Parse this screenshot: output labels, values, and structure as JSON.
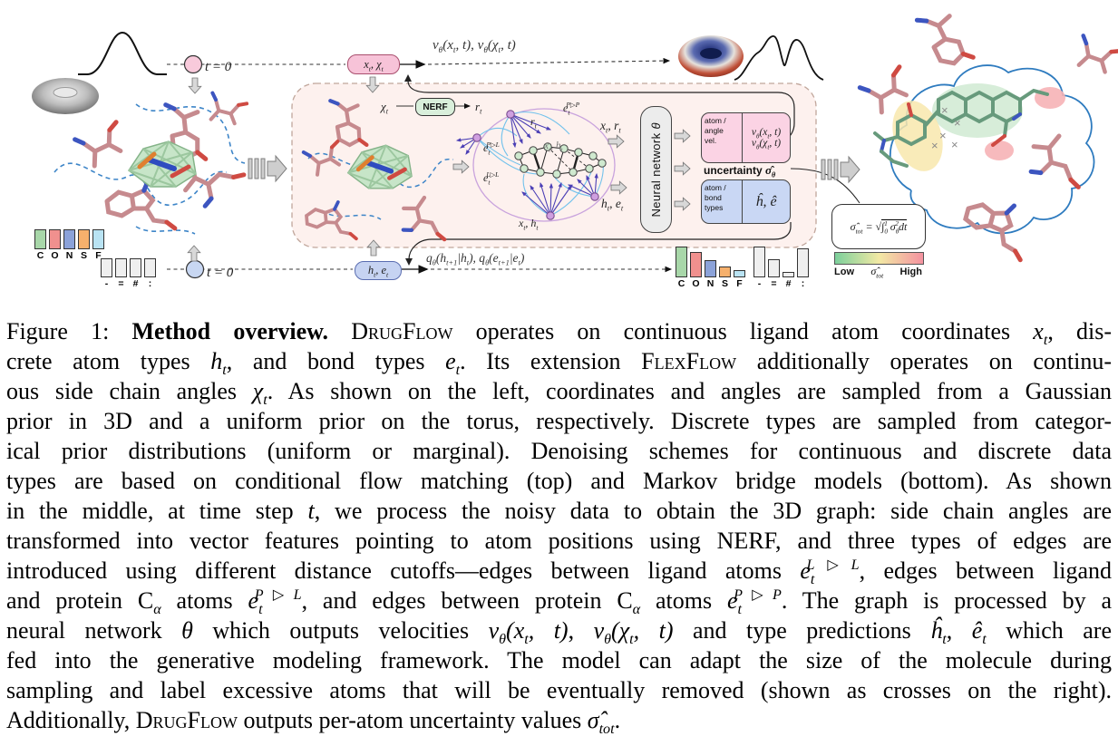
{
  "figure": {
    "cross": "×",
    "flow": {
      "t0_top": "t = 0",
      "t0_bottom": "t = 0",
      "state_top": "x~t~, χ~t~",
      "state_bottom": "h~t~, e~t~",
      "v_formula": "v~θ~(x~t~, t), v~θ~(χ~t~, t)",
      "q_formula": "q~θ~(h~t+1~|h~t~), q~θ~(e~t+1~|e~t~)",
      "chi": "χ~t~",
      "nerf": "NERF",
      "r": "r~t~"
    },
    "graph": {
      "r": "r~t~",
      "e_pp": "e~t~^P▷P^",
      "e_pl": "e~t~^P▷L^",
      "e_ll": "e~t~^L▷L^",
      "x_h_top": "x~t~, h~t~",
      "x_h_bottom": "x~t~, h~t~",
      "x_r": "x~t~, r~t~",
      "h_e": "h~t~, e~t~"
    },
    "network": {
      "label": "Neural network *θ*"
    },
    "outputs": {
      "vel_label": [
        "atom /",
        "angle",
        "vel."
      ],
      "vel_values": [
        "v~θ~(x~t~, t)",
        "v~θ~(χ~t~, t)"
      ],
      "uncertainty_word": "uncertainty",
      "uncertainty_symbol": "σ̂~θ~",
      "types_label": [
        "atom /",
        "bond",
        "types"
      ],
      "types_value": "ĥ, ê"
    },
    "uncertainty_box": {
      "formula": "σ̂~tot~ = √@∫~0~^1^ σ~θ~^2^dt@"
    },
    "colorbar": {
      "low": "Low",
      "symbol": "σ̂~tot~",
      "high": "High",
      "gradient": [
        "#7ccf9b",
        "#f2e9a4",
        "#f492a0"
      ]
    },
    "atom_hist": {
      "labels": [
        "C",
        "O",
        "N",
        "S",
        "F"
      ],
      "colors": [
        "#a8d7a9",
        "#f0908e",
        "#8ba2d9",
        "#f6b06c",
        "#b9e3f3"
      ],
      "prior": [
        1,
        1,
        1,
        1,
        1
      ],
      "predicted": [
        1,
        0.82,
        0.57,
        0.36,
        0.23
      ]
    },
    "bond_hist": {
      "labels": [
        "-",
        "=",
        "#",
        ":"
      ],
      "color": "#efefef",
      "prior": [
        1,
        1,
        1,
        1
      ],
      "predicted": [
        1,
        0.58,
        0.17,
        0.93
      ]
    }
  },
  "caption": {
    "lines": [
      [
        {
          "t": "Figure 1: ",
          "s": "p"
        },
        {
          "t": "Method overview. ",
          "s": "b"
        },
        {
          "t": "DrugFlow",
          "s": "sc"
        },
        {
          "t": " operates on continuous ligand atom coordinates ",
          "s": "p"
        },
        {
          "t": "x~t~",
          "s": "m"
        },
        {
          "t": ", dis-",
          "s": "p"
        }
      ],
      [
        {
          "t": "crete atom types ",
          "s": "p"
        },
        {
          "t": "h~t~",
          "s": "m"
        },
        {
          "t": ", and bond types ",
          "s": "p"
        },
        {
          "t": "e~t~",
          "s": "m"
        },
        {
          "t": ". Its extension ",
          "s": "p"
        },
        {
          "t": "FlexFlow",
          "s": "sc"
        },
        {
          "t": " additionally operates on continu-",
          "s": "p"
        }
      ],
      [
        {
          "t": "ous side chain angles ",
          "s": "p"
        },
        {
          "t": "χ~t~",
          "s": "m"
        },
        {
          "t": ". As shown on the left, coordinates and angles are sampled from a Gaussian",
          "s": "p"
        }
      ],
      [
        {
          "t": "prior in 3D and a uniform prior on the torus, respectively. Discrete types are sampled from categor-",
          "s": "p"
        }
      ],
      [
        {
          "t": "ical prior distributions (uniform or marginal). Denoising schemes for continuous and discrete data",
          "s": "p"
        }
      ],
      [
        {
          "t": "types are based on conditional flow matching (top) and Markov bridge models (bottom). As shown",
          "s": "p"
        }
      ],
      [
        {
          "t": "in the middle, at time step ",
          "s": "p"
        },
        {
          "t": "t",
          "s": "m"
        },
        {
          "t": ", we process the noisy data to obtain the 3D graph: side chain angles are",
          "s": "p"
        }
      ],
      [
        {
          "t": "transformed into vector features pointing to atom positions using NERF, and three types of edges are",
          "s": "p"
        }
      ],
      [
        {
          "t": "introduced using different distance cutoffs—edges between ligand atoms ",
          "s": "p"
        },
        {
          "t": "e~t~^L▷L^",
          "s": "m"
        },
        {
          "t": ", edges between ligand",
          "s": "p"
        }
      ],
      [
        {
          "t": "and protein C",
          "s": "p"
        },
        {
          "t": "~α~",
          "s": "m"
        },
        {
          "t": " atoms ",
          "s": "p"
        },
        {
          "t": "e~t~^P▷L^",
          "s": "m"
        },
        {
          "t": ", and edges between protein C",
          "s": "p"
        },
        {
          "t": "~α~",
          "s": "m"
        },
        {
          "t": " atoms ",
          "s": "p"
        },
        {
          "t": "e~t~^P▷P^",
          "s": "m"
        },
        {
          "t": ". The graph is processed by a",
          "s": "p"
        }
      ],
      [
        {
          "t": "neural network ",
          "s": "p"
        },
        {
          "t": "θ",
          "s": "m"
        },
        {
          "t": " which outputs velocities ",
          "s": "p"
        },
        {
          "t": "v~θ~(x~t~, t)",
          "s": "m"
        },
        {
          "t": ", ",
          "s": "p"
        },
        {
          "t": "v~θ~(χ~t~, t)",
          "s": "m"
        },
        {
          "t": " and type predictions ",
          "s": "p"
        },
        {
          "t": "ĥ~t~",
          "s": "m"
        },
        {
          "t": ", ",
          "s": "p"
        },
        {
          "t": "ê~t~",
          "s": "m"
        },
        {
          "t": " which are",
          "s": "p"
        }
      ],
      [
        {
          "t": "fed into the generative modeling framework. The model can adapt the size of the molecule during",
          "s": "p"
        }
      ],
      [
        {
          "t": "sampling and label excessive atoms that will be eventually removed (shown as crosses on the right).",
          "s": "p"
        }
      ],
      [
        {
          "t": "Additionally, ",
          "s": "p"
        },
        {
          "t": "DrugFlow",
          "s": "sc"
        },
        {
          "t": " outputs per-atom uncertainty values ",
          "s": "p"
        },
        {
          "t": "σ̂~tot~",
          "s": "m"
        },
        {
          "t": ".",
          "s": "p"
        }
      ]
    ]
  }
}
